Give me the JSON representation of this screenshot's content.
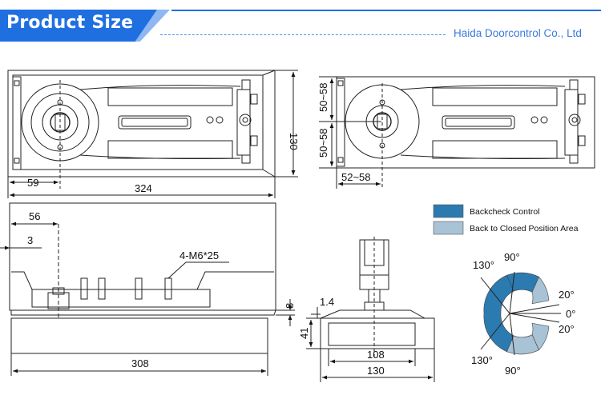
{
  "header": {
    "title": "Product Size",
    "company": "Haida Doorcontrol Co., Ltd"
  },
  "top_left": {
    "dim_width": "324",
    "dim_height": "130",
    "dim_offset": "59"
  },
  "top_right": {
    "dim_upper": "50~58",
    "dim_lower": "50~58",
    "dim_offset": "52~58"
  },
  "side_view": {
    "dim_56": "56",
    "dim_3": "3",
    "screws": "4-M6*25",
    "dim_8": "8",
    "dim_308": "308"
  },
  "end_view": {
    "dim_1_4": "1.4",
    "dim_41": "41",
    "dim_108": "108",
    "dim_130": "130"
  },
  "legend": {
    "items": [
      {
        "label": "Backcheck Control",
        "color": "#2b7bb0"
      },
      {
        "label": "Back to Closed Position Area",
        "color": "#a8c2d6"
      }
    ]
  },
  "angles": {
    "a130_top": "130°",
    "a90_top": "90°",
    "a20_top": "20°",
    "a0": "0°",
    "a20_bottom": "20°",
    "a130_bottom": "130°",
    "a90_bottom": "90°"
  }
}
